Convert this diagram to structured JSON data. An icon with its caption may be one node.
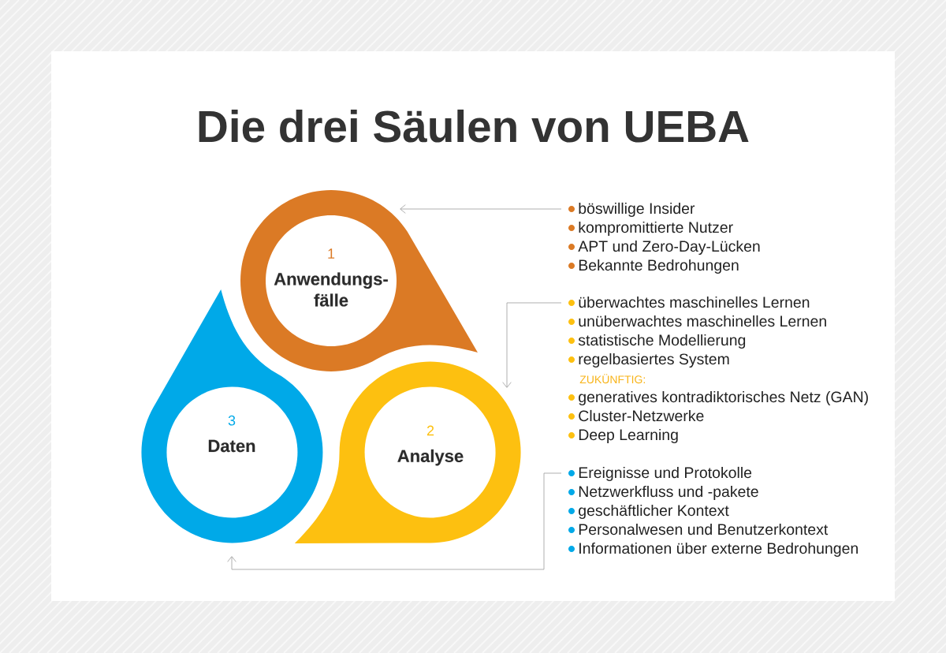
{
  "diagram": {
    "title": "Die drei Säulen von UEBA",
    "nodes": [
      {
        "text": [
          "1",
          "Anwendungs- fälle"
        ]
      },
      {
        "text": [
          "2",
          "Analyse"
        ]
      },
      {
        "text": [
          "3",
          "Daten"
        ]
      },
      {
        "text": [
          "böswillige Insider",
          "kompromittierte Nutzer",
          "APT und Zero-Day-Lücken",
          "Bekannte Bedrohungen"
        ]
      },
      {
        "text": [
          "überwachtes maschinelles Lernen",
          "unüberwachtes maschinelles Lernen",
          "statistische Modellierung",
          "regelbasiertes System",
          "ZUKÜNFTIG:",
          "generatives kontradiktorisches Netz (GAN)",
          "Cluster-Netzwerke",
          "Deep Learning"
        ]
      },
      {
        "text": [
          "Ereignisse und Protokolle",
          "Netzwerkfluss und -pakete",
          "geschäftlicher Kontext",
          "Personalwesen und Benutzerkontext",
          "Informationen über externe Bedrohungen"
        ]
      }
    ],
    "edges": [
      {
        "from": 3,
        "to": 0,
        "arrow": "to"
      },
      {
        "from": 4,
        "to": 1,
        "arrow": "to"
      },
      {
        "from": 5,
        "to": 2,
        "arrow": "to"
      }
    ]
  }
}
